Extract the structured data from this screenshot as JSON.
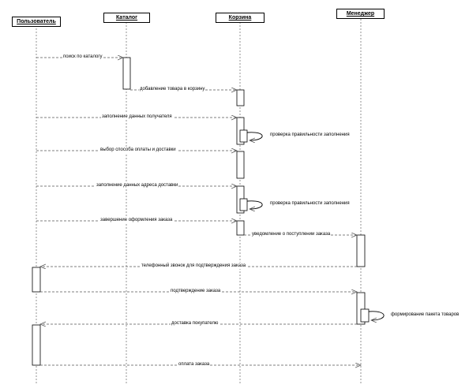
{
  "participants": [
    {
      "id": "user",
      "name": "Пользователь"
    },
    {
      "id": "catalog",
      "name": "Каталог"
    },
    {
      "id": "cart",
      "name": "Корзина"
    },
    {
      "id": "manager",
      "name": "Менеджер"
    }
  ],
  "messages": [
    {
      "from": "user",
      "to": "catalog",
      "label": "поиск по каталогу"
    },
    {
      "from": "catalog",
      "to": "cart",
      "label": "добавление товара в корзину"
    },
    {
      "from": "user",
      "to": "cart",
      "label": "заполнение данных получателя"
    },
    {
      "from": "cart",
      "to": "cart",
      "label": "проверка правильности заполнения"
    },
    {
      "from": "user",
      "to": "cart",
      "label": "выбор способа оплаты и доставки"
    },
    {
      "from": "user",
      "to": "cart",
      "label": "заполнение данных адреса доставки"
    },
    {
      "from": "cart",
      "to": "cart",
      "label": "проверка правильности заполнения"
    },
    {
      "from": "user",
      "to": "cart",
      "label": "завершение оформления заказа"
    },
    {
      "from": "cart",
      "to": "manager",
      "label": "уведомление о поступлении заказа"
    },
    {
      "from": "manager",
      "to": "user",
      "label": "телефонный звонок для подтверждения заказа"
    },
    {
      "from": "user",
      "to": "manager",
      "label": "подтверждение заказа"
    },
    {
      "from": "manager",
      "to": "manager",
      "label": "формирование пакета товаров"
    },
    {
      "from": "manager",
      "to": "user",
      "label": "доставка покупателю"
    },
    {
      "from": "user",
      "to": "manager",
      "label": "оплата заказа"
    }
  ]
}
